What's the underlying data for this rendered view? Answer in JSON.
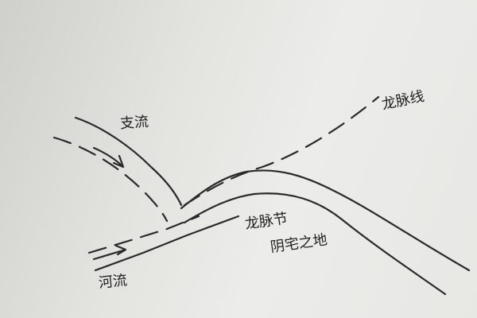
{
  "labels": {
    "branch_stream": "支流",
    "dragon_vein_line": "龙脉线",
    "river": "河流",
    "dragon_vein_node": "龙脉节",
    "yin_house_site": "阴宅之地"
  },
  "colors": {
    "paper": "#e6e6e2",
    "ink": "#2a2a2a"
  }
}
